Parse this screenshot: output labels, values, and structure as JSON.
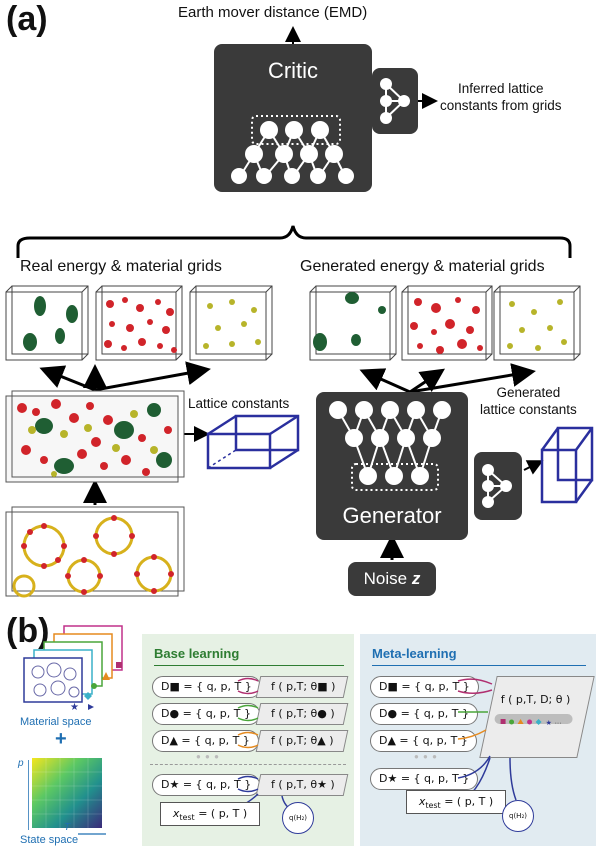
{
  "panel_a": {
    "label": "(a)",
    "emd_label": "Earth mover distance (EMD)",
    "critic_label": "Critic",
    "inferred_label_line1": "Inferred lattice",
    "inferred_label_line2": "constants from grids",
    "real_grids_label": "Real energy & material grids",
    "generated_grids_label": "Generated energy & material grids",
    "lattice_label": "Lattice constants",
    "generated_lattice_line1": "Generated",
    "generated_lattice_line2": "lattice constants",
    "generator_label": "Generator",
    "noise_label": "Noise ",
    "noise_var": "z"
  },
  "panel_b": {
    "label": "(b)",
    "material_space": "Material space",
    "plus": "+",
    "axis_p": "p",
    "axis_T": "T",
    "state_space": "State space",
    "base_title": "Base learning",
    "meta_title": "Meta-learning",
    "base_rows": [
      {
        "d": "D■ = { q, p, T }",
        "f": "f ( p,T; θ■ )",
        "color": "#b03070"
      },
      {
        "d": "D● = { q, p, T }",
        "f": "f ( p,T; θ● )",
        "color": "#4aa63a"
      },
      {
        "d": "D▲ = { q, p, T }",
        "f": "f ( p,T; θ▲ )",
        "color": "#e58a1f"
      },
      {
        "d": "D★ = { q, p, T }",
        "f": "f ( p,T, θ★ )",
        "color": "#2f3b9a"
      }
    ],
    "meta_rows": [
      {
        "d": "D■ = { q, p, T }",
        "color": "#b03070"
      },
      {
        "d": "D● = { q, p, T }",
        "color": "#4aa63a"
      },
      {
        "d": "D▲ = { q, p, T }",
        "color": "#e58a1f"
      },
      {
        "d": "D★ = { q, p, T }",
        "color": "#2f3b9a"
      }
    ],
    "meta_f": "f ( p,T, D; θ )",
    "dots": "● ● ●",
    "x_test": "x",
    "x_test_sub": "test",
    "x_test_rest": " = ( p,  T )",
    "q_label": "q(H₂)",
    "base_bg": "#e6f1e4",
    "meta_bg": "#e1ebf1",
    "base_title_color": "#2e7d32",
    "meta_title_color": "#1f6fb2"
  }
}
